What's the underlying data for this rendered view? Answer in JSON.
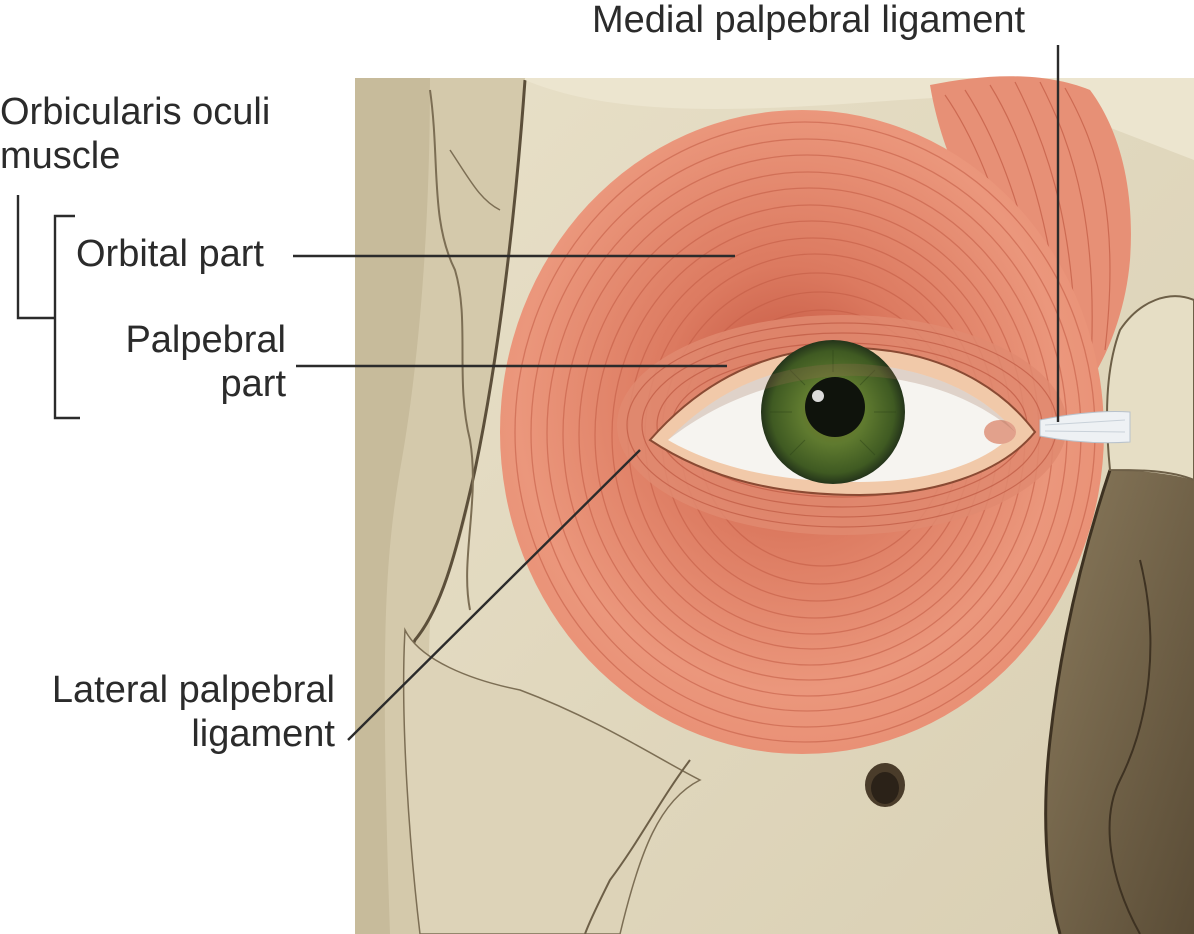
{
  "labels": {
    "medial_palpebral_ligament": "Medial palpebral ligament",
    "orbicularis_oculi_line1": "Orbicularis oculi",
    "orbicularis_oculi_line2": "muscle",
    "orbital_part": "Orbital part",
    "palpebral_part_line1": "Palpebral",
    "palpebral_part_line2": "part",
    "lateral_palpebral_ligament_line1": "Lateral palpebral",
    "lateral_palpebral_ligament_line2": "ligament"
  },
  "colors": {
    "bone": "#e4dcc3",
    "bone_shadow": "#bfb498",
    "bone_dark": "#6e6048",
    "muscle": "#e79076",
    "muscle_line": "#c25a43",
    "iris": "#4f6b2a",
    "pupil": "#0f130c",
    "sclera": "#f6f4f0",
    "leader_line": "#2b2b2b",
    "text": "#2b2b2b"
  }
}
